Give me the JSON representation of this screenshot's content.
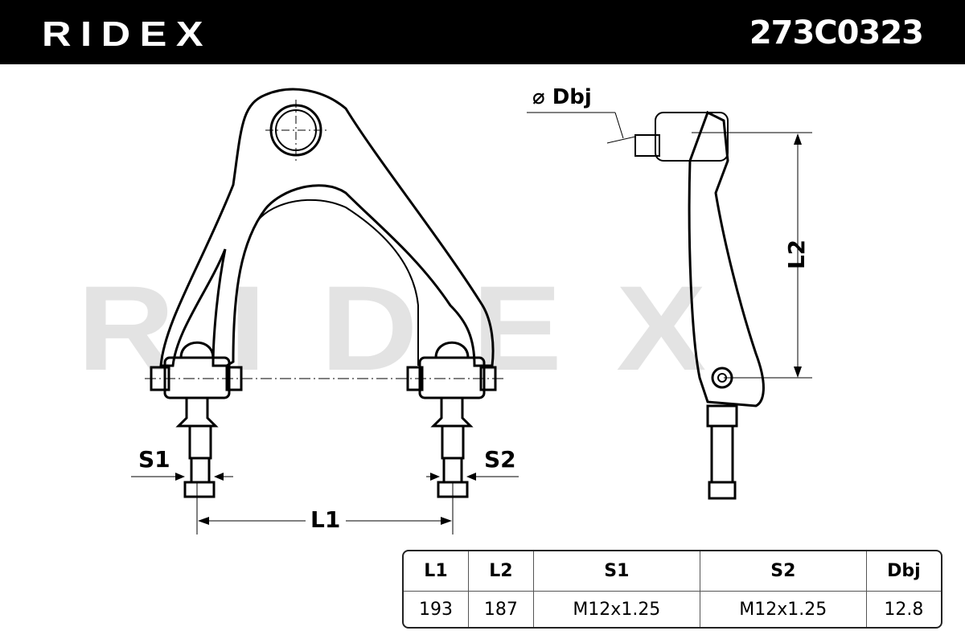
{
  "header": {
    "brand": "RIDEX",
    "part_number": "273C0323"
  },
  "watermark": "RIDEX",
  "dimensions": {
    "s1": "S1",
    "s2": "S2",
    "l1": "L1",
    "l2": "L2",
    "dbj": "⌀ Dbj"
  },
  "table": {
    "headers": [
      "L1",
      "L2",
      "S1",
      "S2",
      "Dbj"
    ],
    "values": [
      "193",
      "187",
      "M12x1.25",
      "M12x1.25",
      "12.8"
    ]
  }
}
